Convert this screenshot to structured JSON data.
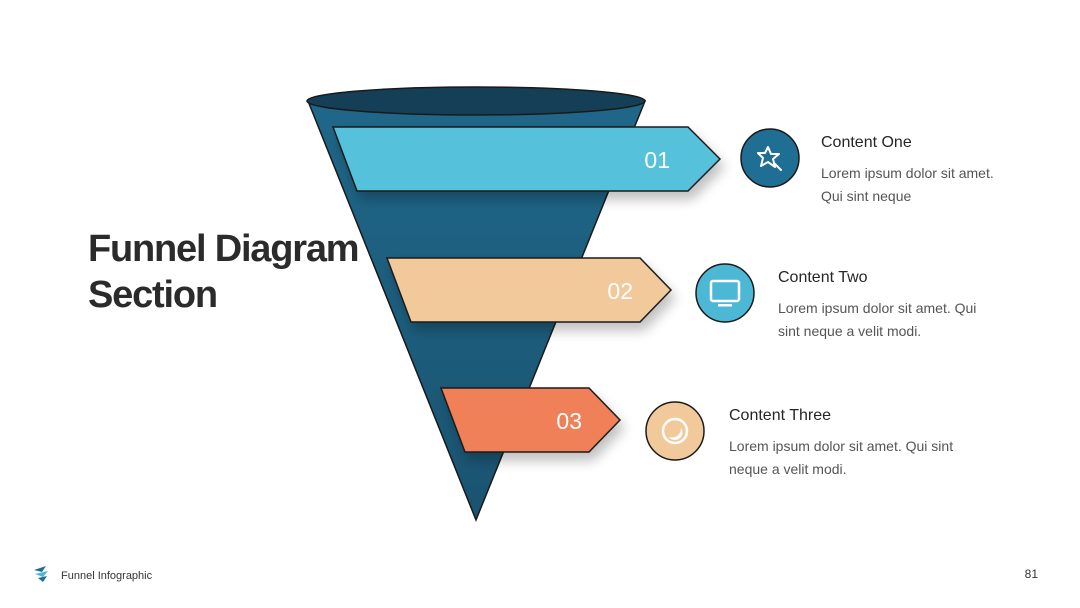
{
  "slide": {
    "title_line1": "Funnel Diagram",
    "title_line2": "Section"
  },
  "items": [
    {
      "number": "01",
      "heading": "Content One",
      "desc_line1": "Lorem ipsum dolor sit amet.",
      "desc_line2": "Qui sint neque",
      "color": "#56c1da",
      "icon": "star-icon",
      "icon_color": "#1f6e94"
    },
    {
      "number": "02",
      "heading": "Content Two",
      "desc_line1": "Lorem ipsum dolor sit amet. Qui",
      "desc_line2": "sint neque a velit modi.",
      "color": "#f2c99a",
      "icon": "monitor-icon",
      "icon_color": "#4db7d6"
    },
    {
      "number": "03",
      "heading": "Content Three",
      "desc_line1": "Lorem ipsum dolor sit amet. Qui sint",
      "desc_line2": "neque a velit modi.",
      "color": "#f08058",
      "icon": "moon-icon",
      "icon_color": "#f2c99a"
    }
  ],
  "colors": {
    "funnel": "#1d5e7d",
    "funnel_top": "#153f57",
    "outline": "#1a1a1a"
  },
  "footer": {
    "label": "Funnel Infographic",
    "page_number": "81"
  }
}
